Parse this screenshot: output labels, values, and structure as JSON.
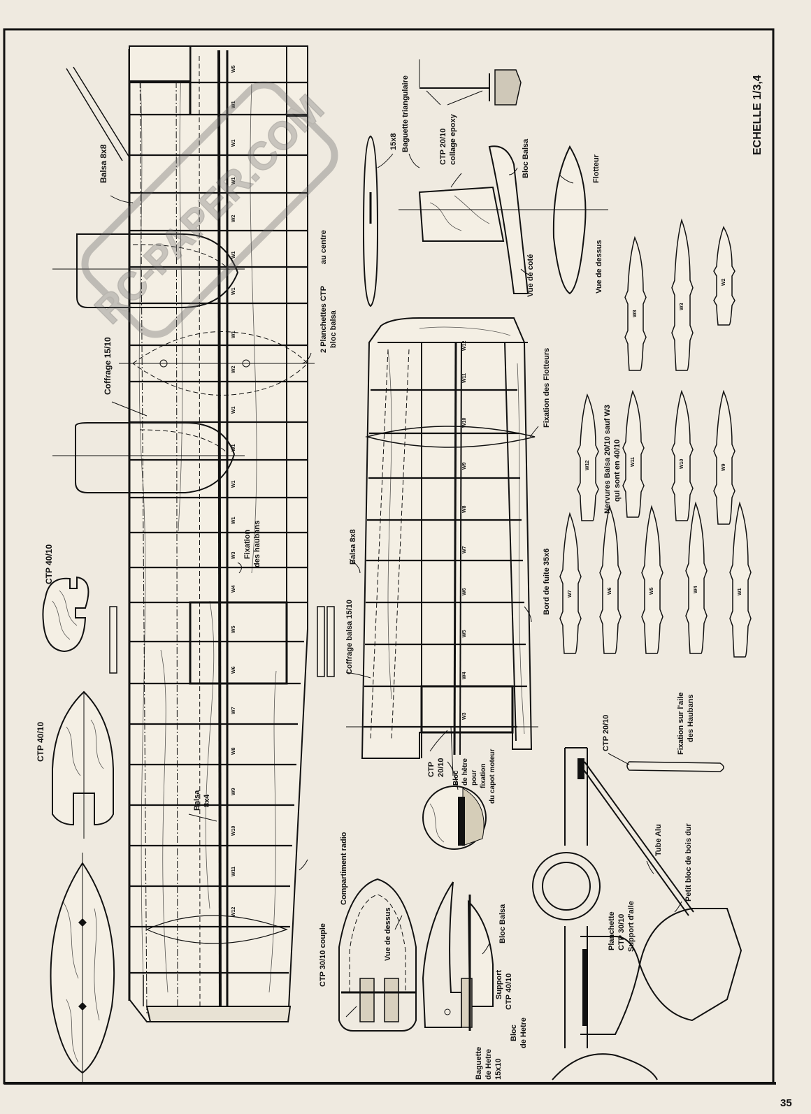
{
  "scale": "ECHELLE 1/3,4",
  "page_number": "35",
  "watermark": "RC-PAPER.COM",
  "labels": {
    "balsa_8x8_top": "Balsa 8x8",
    "planchettes_1": "2 Planchettes CTP",
    "planchettes_2": "au centre",
    "planchettes_3": "bloc balsa",
    "coffrage_15_10": "Coffrage 15/10",
    "fixation_haubans_1": "Fixation",
    "fixation_haubans_2": "des haubans",
    "ctp_40_10_a": "CTP 40/10",
    "ctp_40_10_b": "CTP 40/10",
    "balsa_8x4_1": "Balsa",
    "balsa_8x4_2": "8x4",
    "compartiment_radio": "Compartiment radio",
    "ctp_30_10_couple": "CTP 30/10 couple",
    "vue_dessus_fuselage": "Vue de dessus",
    "baguette_hetre_1": "Baguette",
    "baguette_hetre_2": "de Hetre",
    "baguette_hetre_3": "15x10",
    "bloc_hetre_1": "Bloc",
    "bloc_hetre_2": "de Hetre",
    "support_ctp_1": "Support",
    "support_ctp_2": "CTP 40/10",
    "bloc_balsa_nose": "Bloc Balsa",
    "baguette_triang": "Baguette triangulaire",
    "f_15x8": "15x8",
    "ctp_20_10_colle_1": "CTP 20/10",
    "ctp_20_10_colle_2": "collage epoxy",
    "bloc_balsa_float": "Bloc Balsa",
    "vue_de_cote": "Vue de coté",
    "flotteur": "Flotteur",
    "vue_de_dessus": "Vue de dessus",
    "fixation_flotteurs": "Fixation des Flotteurs",
    "balsa_8x8_wing": "Balsa 8x8",
    "coffrage_balsa": "Coffrage balsa 15/10",
    "bord_de_fuite": "Bord de fuite 35x6",
    "ctp_20_10_1": "CTP",
    "ctp_20_10_2": "20/10",
    "bloc_capot_1": "Bloc",
    "bloc_capot_2": "de hêtre",
    "bloc_capot_3": "pour",
    "bloc_capot_4": "fixation",
    "bloc_capot_5": "du capot moteur",
    "nervures_1": "Nervures Balsa 20/10 sauf W3",
    "nervures_2": "qui sont en 40/10",
    "ctp_20_10_strut": "CTP 20/10",
    "fixation_aile_1": "Fixation sur l'aile",
    "fixation_aile_2": "des Haubans",
    "tube_alu": "Tube Alu",
    "petit_bloc": "Petit bloc de bois dur",
    "planchette_1": "Planchette",
    "planchette_2": "CTP 30/10",
    "planchette_3": "Support d'aile"
  },
  "wing_ribs_left": [
    "W5",
    "W1",
    "W1",
    "W1",
    "W2",
    "W1",
    "W1",
    "W1",
    "W2",
    "W1",
    "W1",
    "W1",
    "W1",
    "W3",
    "W4",
    "W5",
    "W6",
    "W7",
    "W8",
    "W9",
    "W10",
    "W11",
    "W12"
  ],
  "wing_ribs_right": [
    "W12",
    "W11",
    "W10",
    "W9",
    "W8",
    "W7",
    "W6",
    "W5",
    "W4",
    "W3"
  ],
  "rib_parts_row1": [
    "W8",
    "W3",
    "W2"
  ],
  "rib_parts_row2": [
    "W12",
    "W11",
    "W10",
    "W9"
  ],
  "rib_parts_row3": [
    "W7",
    "W6",
    "W5",
    "W4",
    "W1"
  ]
}
